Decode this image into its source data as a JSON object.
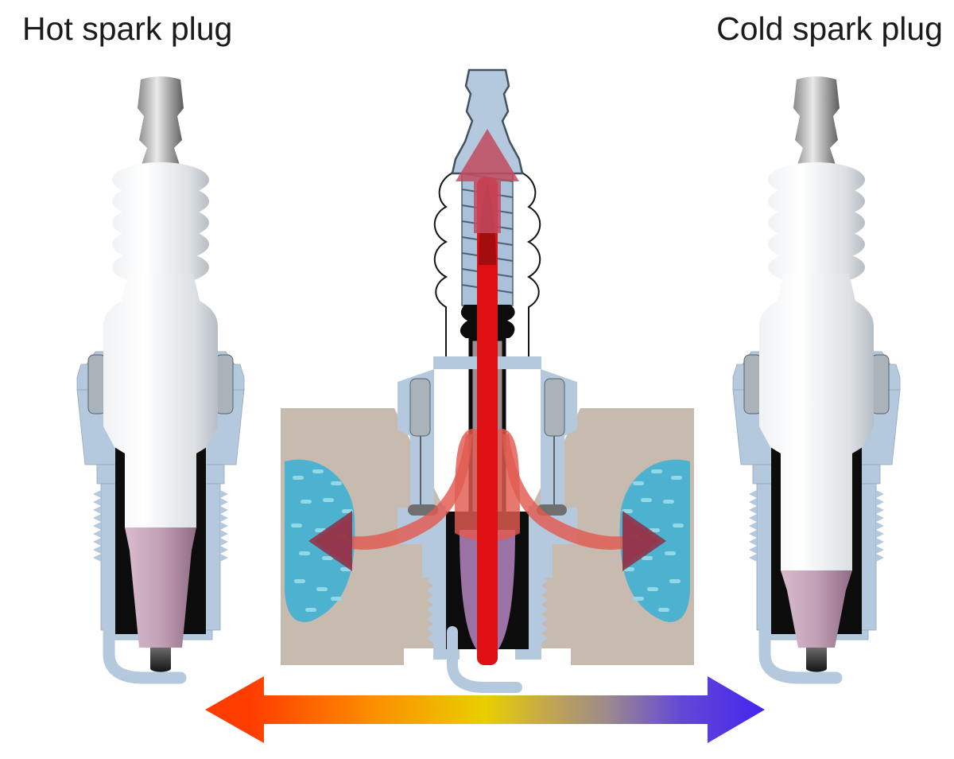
{
  "labels": {
    "hot": "Hot spark plug",
    "cold": "Cold spark plug"
  },
  "figures": {
    "left": "hot-spark-plug-illustration",
    "center": "spark-plug-heat-flow-cross-section",
    "right": "cold-spark-plug-illustration",
    "bottom": "hot-to-cold-temperature-gradient-arrow"
  },
  "colors": {
    "background": "#ffffff",
    "label_text": "#1b1b1b",
    "shell_blue": "#b4c9de",
    "shell_outline": "#43525f",
    "terminal_gray_light": "#e9e9e9",
    "terminal_gray_dark": "#8a8a8a",
    "terminal_gray_deep": "#5c5c5c",
    "ceramic_white": "#ffffff",
    "ceramic_light": "#f0f2f4",
    "ceramic_mid": "#dbe0e4",
    "ceramic_shade": "#b6bdc4",
    "nose_pink_light": "#d8bccd",
    "nose_pink": "#c2a0b6",
    "nose_pink_dark": "#8f6c84",
    "nose_purple": "#9b72a4",
    "electrode_light": "#6a6a6a",
    "electrode_dark": "#141414",
    "cavity_black": "#0c0c0c",
    "sheath_gray": "#9c8e90",
    "stud_blue": "#a9c2da",
    "heat_red": "#df1013",
    "heat_red_dark": "#a30d10",
    "heat_translucent": "#e05a50",
    "heat_arrowhead": "#8e3048",
    "heat_up_arrow": "#c24b5e",
    "coolant_blue": "#4cb2cf",
    "coolant_dash": "#93d8e6",
    "engine_tan": "#c7bbb0",
    "gasket_gray": "#6f6f6f",
    "grad_hot": "#ff3c00",
    "grad_orange": "#fc8e00",
    "grad_yellow": "#e9cf00",
    "grad_olive": "#c0a452",
    "grad_gray": "#9c8a8c",
    "grad_violet": "#6348d6",
    "grad_cold": "#4526ee"
  }
}
